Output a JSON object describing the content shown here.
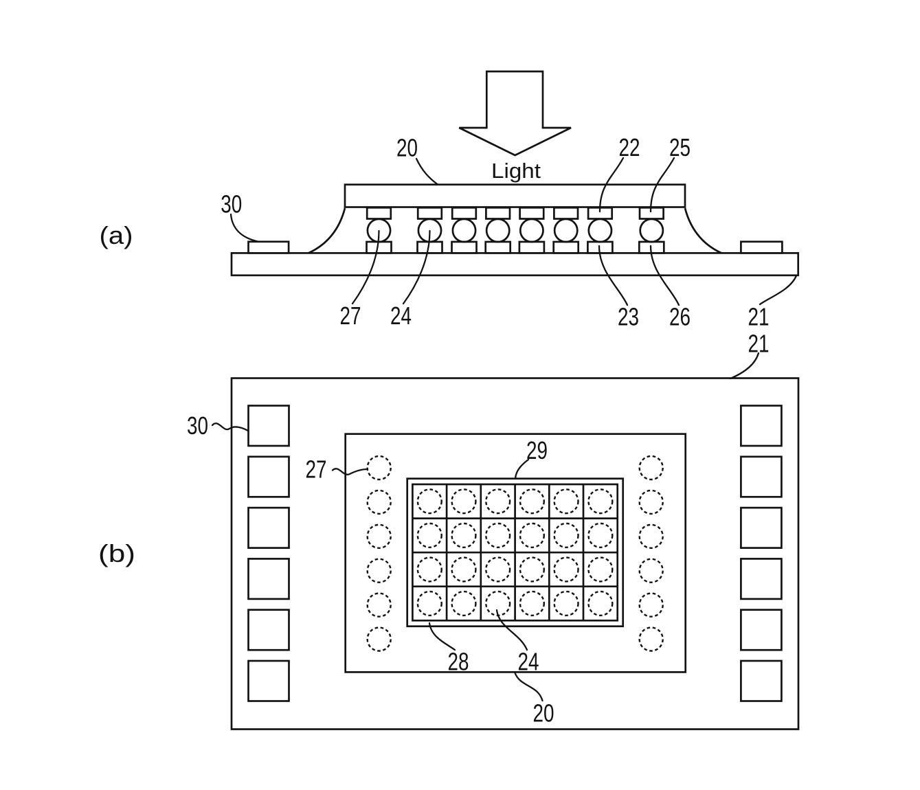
{
  "colors": {
    "ink": "#131313",
    "background": "#ffffff"
  },
  "panels": {
    "a": {
      "tag": "(a)",
      "light_label": "Light",
      "bump_count": 8,
      "refs": {
        "plate": "20",
        "top_pad_inner": "22",
        "top_pad_outer": "25",
        "board_pad": "30",
        "ball_outer": "27",
        "ball_inner": "24",
        "bottom_pad_inner": "23",
        "bottom_pad_outer": "26",
        "board": "21"
      }
    },
    "b": {
      "tag": "(b)",
      "board_pads_per_side": 6,
      "peripheral_balls_per_side": 6,
      "grid": {
        "cols": 6,
        "rows": 4
      },
      "refs": {
        "board": "21",
        "board_pad": "30",
        "peripheral_ball": "27",
        "grid_frame": "29",
        "grid_cell": "28",
        "grid_ball": "24",
        "chip": "20"
      }
    }
  }
}
